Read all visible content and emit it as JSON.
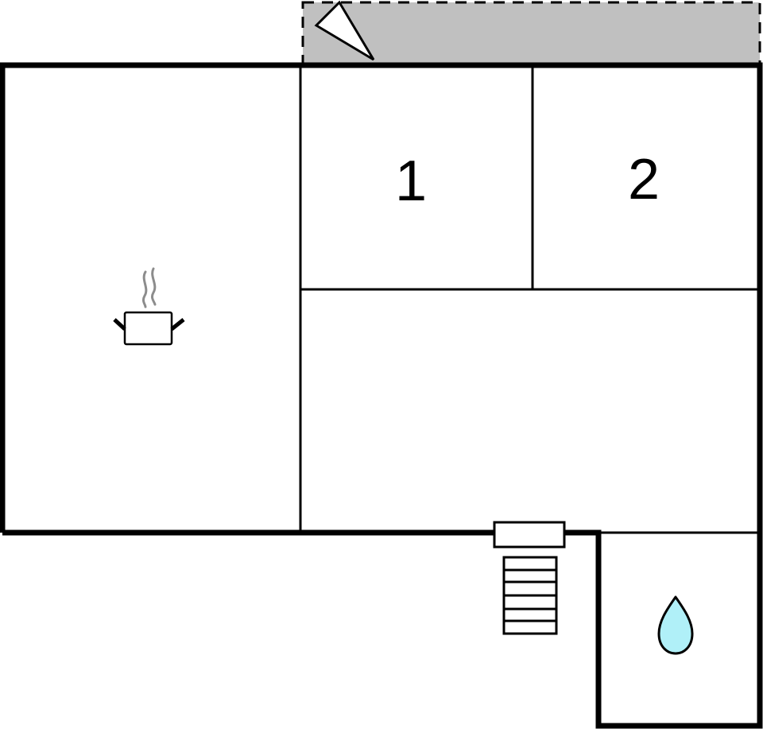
{
  "diagram": {
    "type": "floor-plan",
    "colors": {
      "wall": "#000000",
      "background": "#ffffff",
      "terrace_fill": "#c0c0c0",
      "water_drop_fill": "#b0f0f8",
      "steam": "#8c8c8c"
    },
    "rooms": [
      {
        "id": "kitchen-living",
        "label": "",
        "icon": "cooking-pot-icon"
      },
      {
        "id": "bedroom-1",
        "label": "1",
        "icon": ""
      },
      {
        "id": "bedroom-2",
        "label": "2",
        "icon": ""
      },
      {
        "id": "hall",
        "label": "",
        "icon": ""
      },
      {
        "id": "bathroom",
        "label": "",
        "icon": "water-drop-icon"
      }
    ],
    "features": [
      {
        "id": "terrace",
        "style": "dashed-outline-grey-fill",
        "icon": "compass-triangle-icon"
      },
      {
        "id": "entrance-window",
        "style": "rectangle"
      },
      {
        "id": "entrance-stairs",
        "steps": 6
      }
    ]
  }
}
